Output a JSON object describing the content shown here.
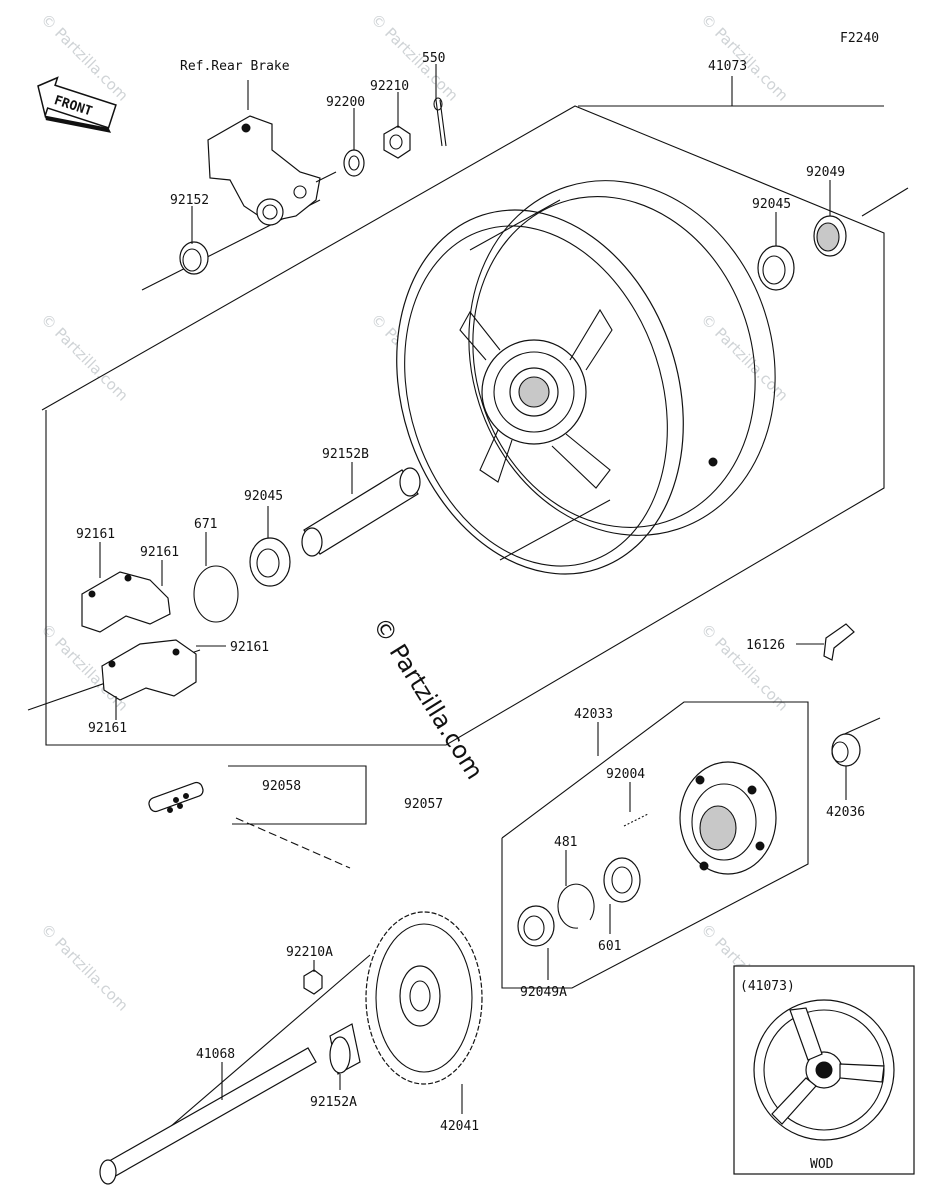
{
  "diagram": {
    "code": "F2240",
    "front_label": "FRONT",
    "ref_note": "Ref.Rear Brake",
    "watermark": "© Partzilla.com",
    "inset": {
      "title": "(41073)",
      "caption": "WOD"
    },
    "parts": {
      "p41073": "41073",
      "p550": "550",
      "p92210": "92210",
      "p92200": "92200",
      "p92152": "92152",
      "p92049": "92049",
      "p92045_top": "92045",
      "p92152B": "92152B",
      "p92045": "92045",
      "p671": "671",
      "p92161_a": "92161",
      "p92161_b": "92161",
      "p92161_c": "92161",
      "p92161_d": "92161",
      "p16126": "16126",
      "p42033": "42033",
      "p92058": "92058",
      "p92057": "92057",
      "p92004": "92004",
      "p42036": "42036",
      "p481": "481",
      "p601": "601",
      "p92210A": "92210A",
      "p92049A": "92049A",
      "p41068": "41068",
      "p92152A": "92152A",
      "p42041": "42041"
    }
  }
}
